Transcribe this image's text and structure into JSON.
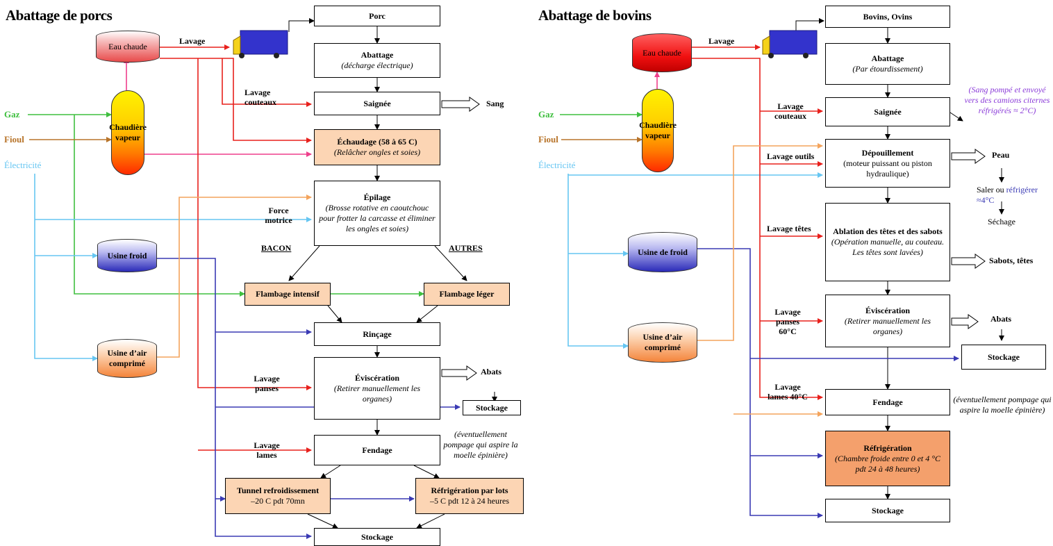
{
  "porcs": {
    "title": "Abattage de porcs",
    "sources": {
      "gaz": "Gaz",
      "fioul": "Fioul",
      "elec": "Électricité"
    },
    "eau_chaude": "Eau chaude",
    "chaudiere": "Chaudière vapeur",
    "usine_froid": "Usine froid",
    "usine_air": "Usine d’air comprimé",
    "labels": {
      "lavage": "Lavage",
      "lavage_couteaux": "Lavage couteaux",
      "force_motrice": "Force motrice",
      "bacon": "BACON",
      "autres": "AUTRES",
      "lavage_panses": "Lavage panses",
      "lavage_lames": "Lavage lames"
    },
    "steps": {
      "porc": "Porc",
      "abattage": "Abattage",
      "abattage_sub": "(décharge électrique)",
      "saignee": "Saignée",
      "echaudage": "Échaudage (58 à 65 C)",
      "echaudage_sub": "(Relâcher ongles et soies)",
      "epilage": "Épilage",
      "epilage_sub": "(Brosse rotative en caoutchouc pour frotter la carcasse et éliminer les ongles et soies)",
      "flambage_intensif": "Flambage intensif",
      "flambage_leger": "Flambage léger",
      "rincage": "Rinçage",
      "evisceration": "Éviscération",
      "evisceration_sub": "(Retirer manuellement les organes)",
      "stockage_side": "Stockage",
      "fendage": "Fendage",
      "tunnel": "Tunnel refroidissement",
      "tunnel_sub": "–20 C pdt 70mn",
      "refrig_lots": "Réfrigération par lots",
      "refrig_lots_sub": "–5 C pdt 12 à 24 heures",
      "stockage": "Stockage"
    },
    "outputs": {
      "sang": "Sang",
      "abats": "Abats"
    },
    "note_fendage": "(éventuellement pompage qui aspire la moelle épinière)"
  },
  "bovins": {
    "title": "Abattage de bovins",
    "sources": {
      "gaz": "Gaz",
      "fioul": "Fioul",
      "elec": "Électricité"
    },
    "eau_chaude": "Eau chaude",
    "chaudiere": "Chaudière vapeur",
    "usine_froid": "Usine de froid",
    "usine_air": "Usine d’air comprimé",
    "labels": {
      "lavage": "Lavage",
      "lavage_couteaux": "Lavage couteaux",
      "lavage_outils": "Lavage outils",
      "lavage_tetes": "Lavage têtes",
      "lavage_panses": "Lavage panses 60°C",
      "lavage_lames": "Lavage lames 40°C"
    },
    "steps": {
      "bovins": "Bovins, Ovins",
      "abattage": "Abattage",
      "abattage_sub": "(Par étourdissement)",
      "saignee": "Saignée",
      "depouillement": "Dépouillement",
      "depouillement_sub": "(moteur puissant ou piston hydraulique)",
      "ablation": "Ablation des têtes et des sabots",
      "ablation_sub": "(Opération manuelle, au couteau. Les têtes sont lavées)",
      "evisceration": "Éviscération",
      "evisceration_sub": "(Retirer manuellement les organes)",
      "stockage_side": "Stockage",
      "fendage": "Fendage",
      "refrigeration": "Réfrigération",
      "refrigeration_sub": "(Chambre froide entre 0 et 4 °C pdt 24 à 48 heures)",
      "stockage": "Stockage"
    },
    "outputs": {
      "peau": "Peau",
      "saler_ou": "Saler ou",
      "refrigerer": "réfrigérer ≈4°C",
      "sechage": "Séchage",
      "sabots_tetes": "Sabots, têtes",
      "abats": "Abats"
    },
    "note_sang": "(Sang pompé et envoyé vers des camions citernes réfrigérés ≈ 2°C)",
    "note_fendage": "(éventuellement pompage qui aspire la moelle épinière)"
  },
  "colors": {
    "gaz": "#3fbf3f",
    "fioul": "#b8742a",
    "elec": "#66c6f2",
    "eau": "#e8201c",
    "vapeur": "#ee3f8c",
    "froid": "#3a3ab4",
    "air": "#f4a45c",
    "note_purple": "#8a3ad8"
  }
}
